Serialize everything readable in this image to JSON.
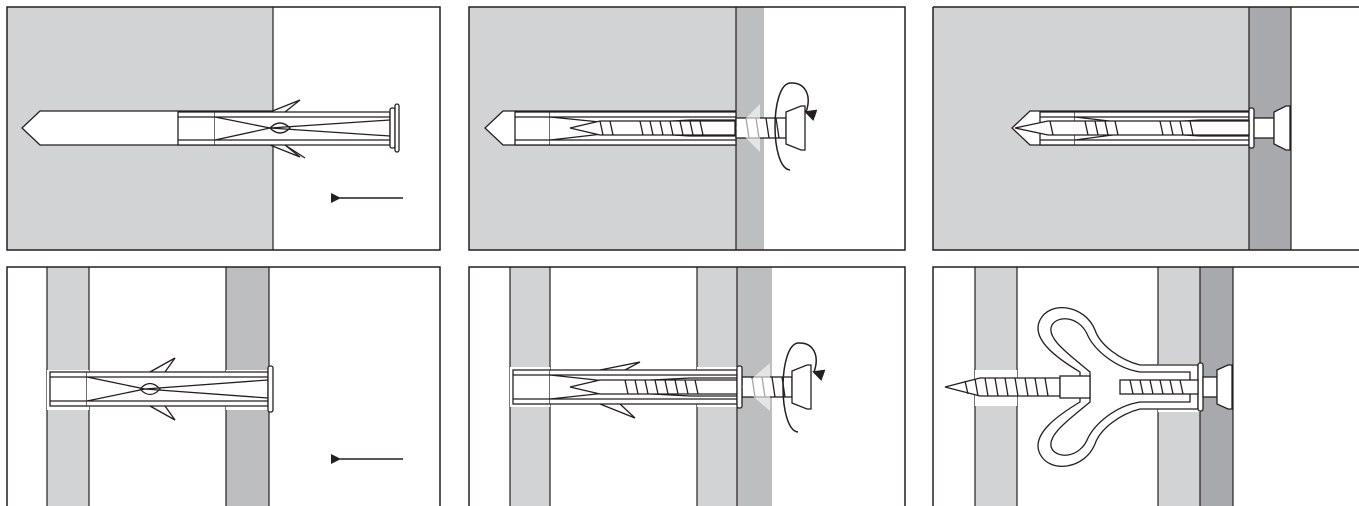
{
  "colors": {
    "background": "#ffffff",
    "masonry": "#d1d3d4",
    "board": "#bcbec0",
    "board_dark": "#a7a9ac",
    "line": "#231f20"
  },
  "panels": [
    {
      "id": "solid-insert-plug",
      "row": 1,
      "column": 1,
      "icons": [
        "insert-arrow-icon"
      ]
    },
    {
      "id": "solid-drive-screw",
      "row": 1,
      "column": 2,
      "icons": [
        "rotate-arrow-icon"
      ]
    },
    {
      "id": "solid-fixed",
      "row": 1,
      "column": 3,
      "icons": []
    },
    {
      "id": "hollow-insert-plug",
      "row": 2,
      "column": 1,
      "icons": [
        "insert-arrow-icon"
      ]
    },
    {
      "id": "hollow-drive-screw",
      "row": 2,
      "column": 2,
      "icons": [
        "rotate-arrow-icon"
      ]
    },
    {
      "id": "hollow-knotted",
      "row": 2,
      "column": 3,
      "icons": []
    }
  ]
}
